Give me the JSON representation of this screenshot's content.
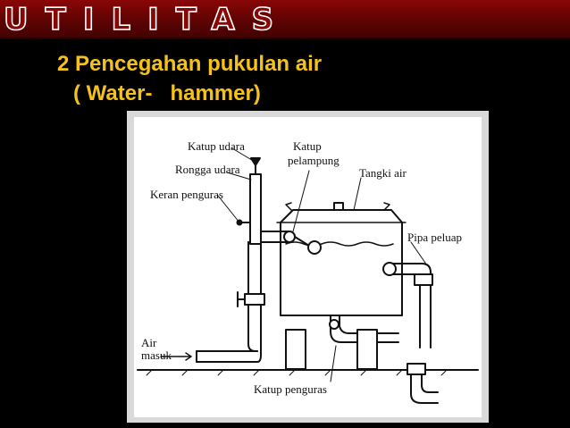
{
  "header": {
    "title": "UTILITAS"
  },
  "subtitle": {
    "line1": "2 Pencegahan pukulan air",
    "line2": "( Water-   hammer)"
  },
  "diagram": {
    "labels": {
      "katup_udara": "Katup udara",
      "rongga_udara": "Rongga udara",
      "keran_penguras": "Keran penguras",
      "katup": "Katup",
      "pelampung": "pelampung",
      "tangki_air": "Tangki air",
      "pipa_peluap": "Pipa peluap",
      "air": "Air",
      "masuk": "masuk",
      "katup_penguras": "Katup penguras"
    }
  },
  "colors": {
    "banner": "#6b0404",
    "subtitle": "#f4c21b",
    "background": "#000000"
  }
}
